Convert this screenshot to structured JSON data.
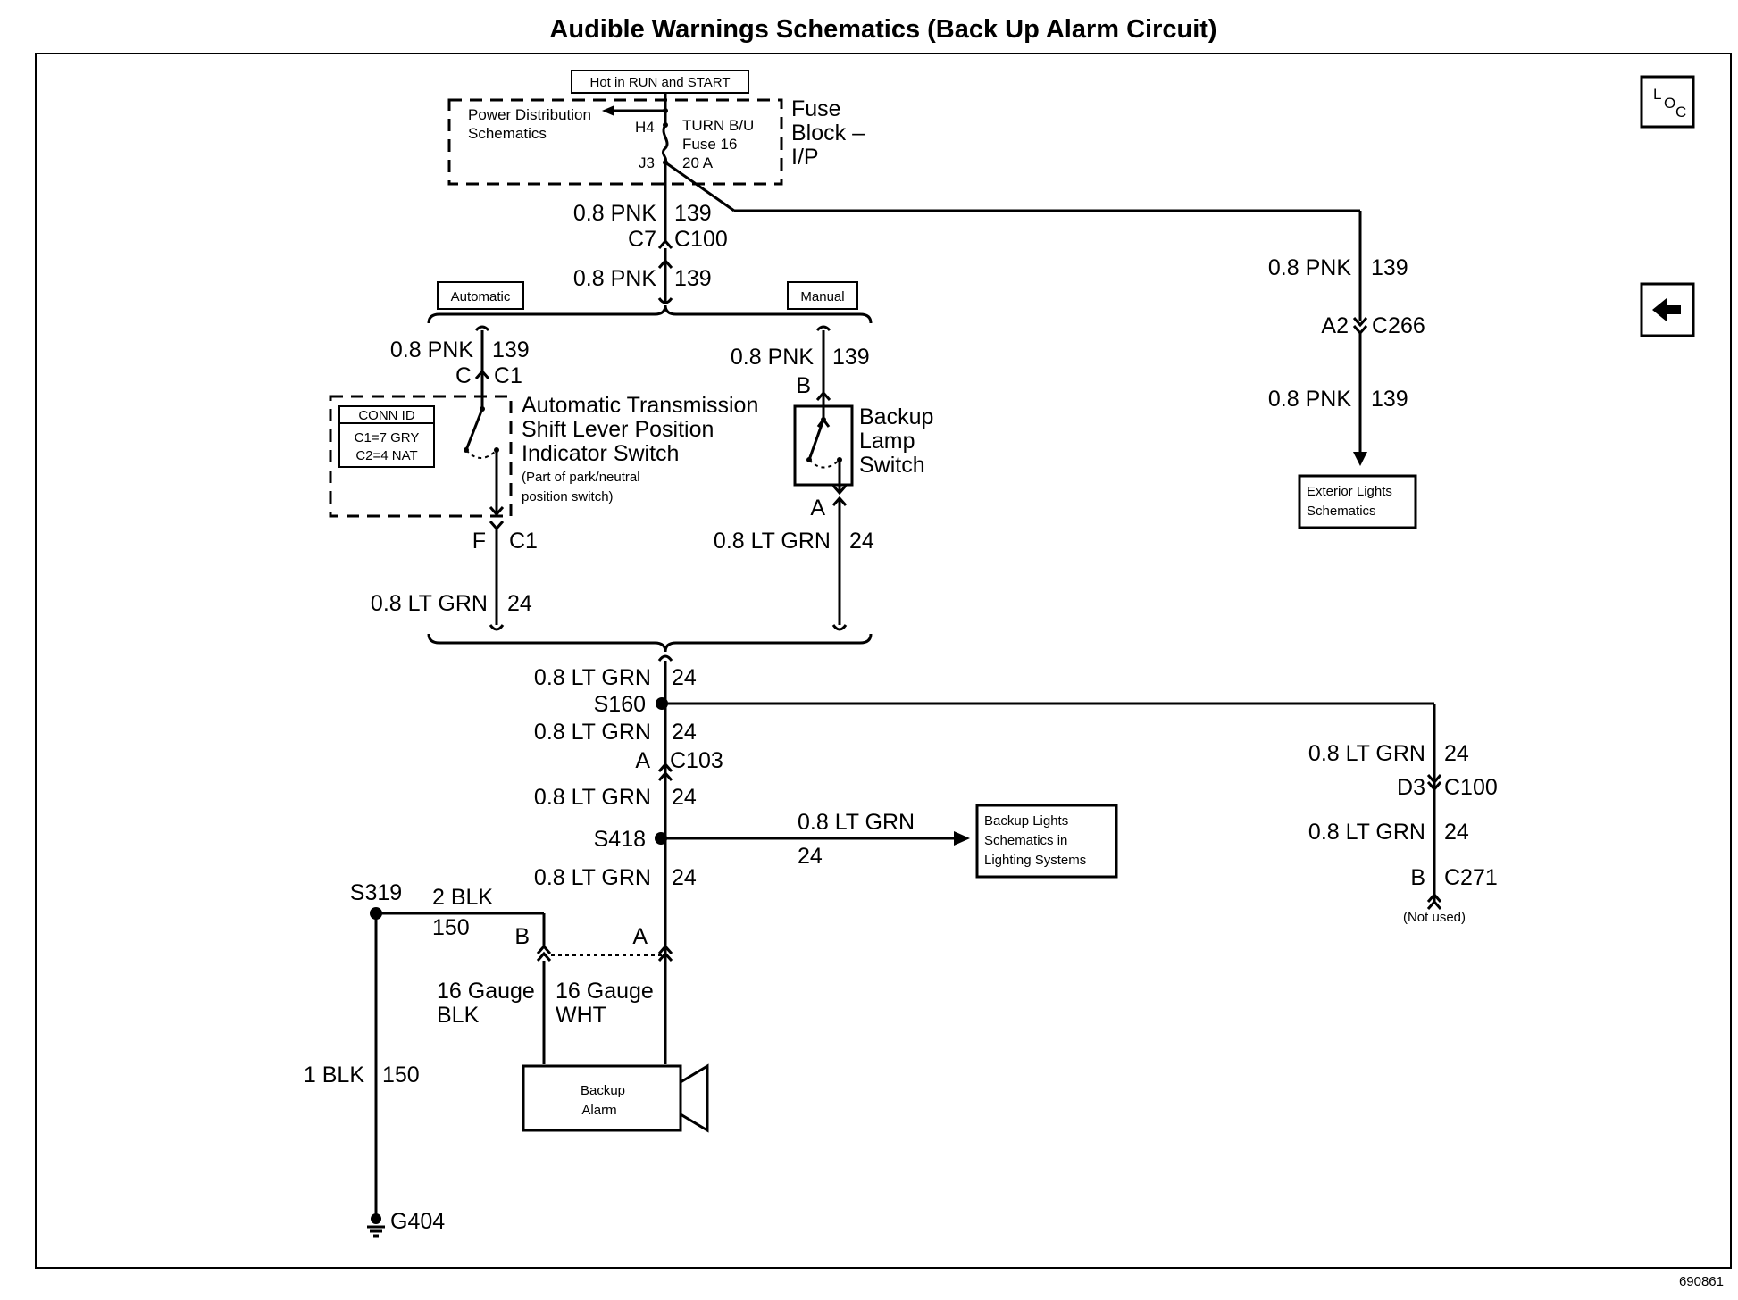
{
  "title": "Audible Warnings Schematics (Back Up Alarm Circuit)",
  "figure_id": "690861",
  "nav": {
    "loc_icon": "loc-icon",
    "back_icon": "back-arrow-icon"
  },
  "fuse_block": {
    "hot_label": "Hot in RUN and START",
    "ref_line1": "Power Distribution",
    "ref_line2": "Schematics",
    "pin_h4": "H4",
    "pin_j3": "J3",
    "fuse_line1": "TURN B/U",
    "fuse_line2": "Fuse 16",
    "fuse_line3": "20 A",
    "name_line1": "Fuse",
    "name_line2": "Block –",
    "name_line3": "I/P"
  },
  "wires": {
    "pnk1": "0.8 PNK",
    "pnk1_ckt": "139",
    "c7": "C7",
    "c100a": "C100",
    "pnk2": "0.8 PNK",
    "pnk2_ckt": "139",
    "pnk_auto": "0.8 PNK",
    "pnk_auto_ckt": "139",
    "auto_pin_c": "C",
    "auto_conn_c1": "C1",
    "pnk_man": "0.8 PNK",
    "pnk_man_ckt": "139",
    "man_pin_b": "B",
    "auto_pin_f": "F",
    "auto_conn_c1b": "C1",
    "grn_auto": "0.8 LT GRN",
    "grn_auto_ckt": "24",
    "man_pin_a": "A",
    "grn_man": "0.8 LT GRN",
    "grn_man_ckt": "24",
    "grn_mid1": "0.8 LT GRN",
    "grn_mid1_ckt": "24",
    "s160": "S160",
    "grn_mid2": "0.8 LT GRN",
    "grn_mid2_ckt": "24",
    "c103_pin": "A",
    "c103": "C103",
    "grn_mid3": "0.8 LT GRN",
    "grn_mid3_ckt": "24",
    "s418": "S418",
    "grn_bl": "0.8 LT GRN",
    "grn_bl_ckt": "24",
    "grn_mid4": "0.8 LT GRN",
    "grn_mid4_ckt": "24",
    "pnk_r1": "0.8 PNK",
    "pnk_r1_ckt": "139",
    "c266_pin": "A2",
    "c266": "C266",
    "pnk_r2": "0.8 PNK",
    "pnk_r2_ckt": "139",
    "grn_r1": "0.8 LT GRN",
    "grn_r1_ckt": "24",
    "c100_pin": "D3",
    "c100b": "C100",
    "grn_r2": "0.8 LT GRN",
    "grn_r2_ckt": "24",
    "c271_pin": "B",
    "c271": "C271",
    "not_used": "(Not used)",
    "s319": "S319",
    "blk2": "2 BLK",
    "blk2_ckt": "150",
    "alarm_pin_b": "B",
    "alarm_pin_a": "A",
    "g16_blk_1": "16 Gauge",
    "g16_blk_2": "BLK",
    "g16_wht_1": "16 Gauge",
    "g16_wht_2": "WHT",
    "blk1": "1 BLK",
    "blk1_ckt": "150",
    "g404": "G404"
  },
  "options": {
    "automatic": "Automatic",
    "manual": "Manual"
  },
  "auto_switch": {
    "conn_id_title": "CONN ID",
    "conn_id_1": "C1=7 GRY",
    "conn_id_2": "C2=4 NAT",
    "name_line1": "Automatic Transmission",
    "name_line2": "Shift Lever Position",
    "name_line3": "Indicator Switch",
    "note_line1": "(Part of park/neutral",
    "note_line2": "position switch)"
  },
  "manual_switch": {
    "name_line1": "Backup",
    "name_line2": "Lamp",
    "name_line3": "Switch"
  },
  "refs": {
    "ext_line1": "Exterior Lights",
    "ext_line2": "Schematics",
    "bl_line1": "Backup Lights",
    "bl_line2": "Schematics in",
    "bl_line3": "Lighting Systems"
  },
  "alarm": {
    "line1": "Backup",
    "line2": "Alarm"
  }
}
